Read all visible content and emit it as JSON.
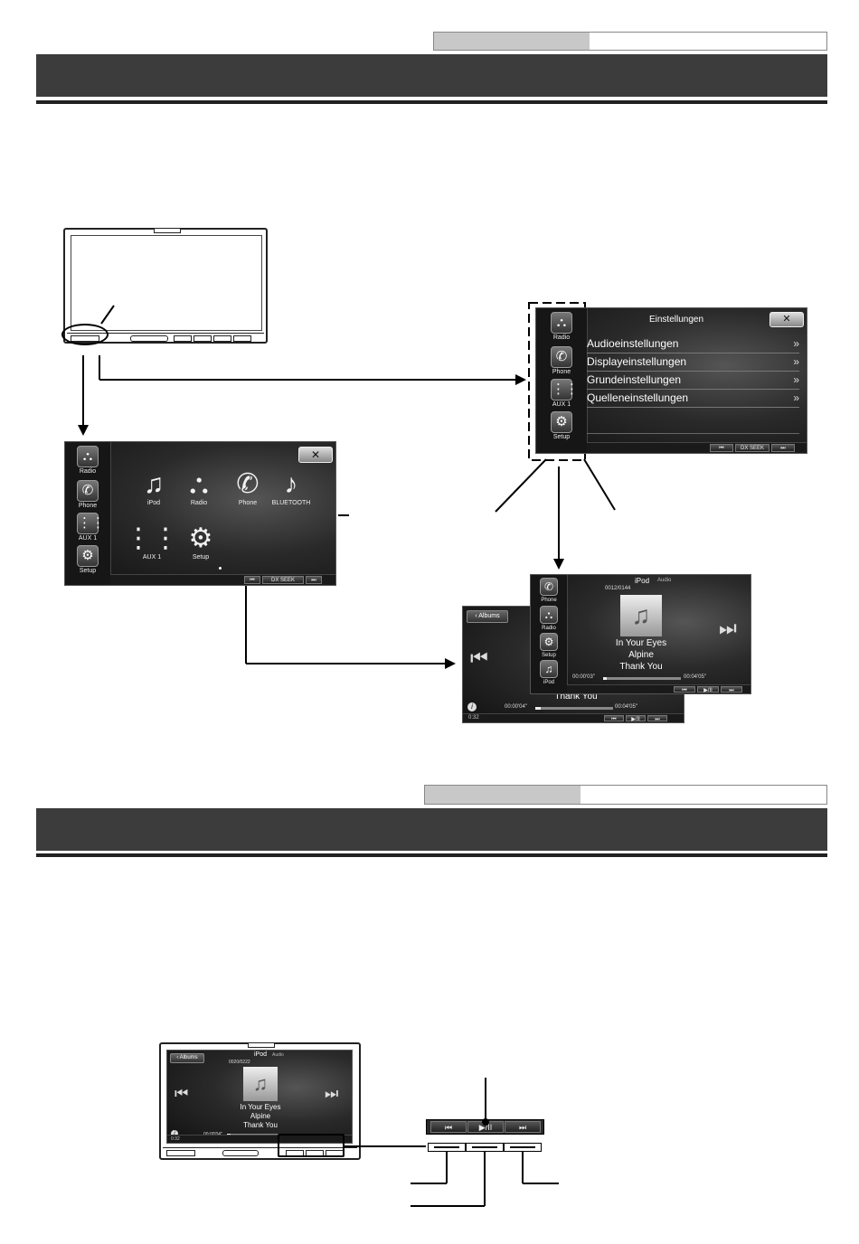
{
  "setup_screen": {
    "title": "Einstellungen",
    "close_label": "✕",
    "items": [
      {
        "label": "Audioeinstellungen"
      },
      {
        "label": "Displayeinstellungen"
      },
      {
        "label": "Grundeinstellungen"
      },
      {
        "label": "Quelleneinstellungen"
      }
    ],
    "chevron": "»",
    "footer": {
      "prev": "⏮",
      "seek": "DX SEEK",
      "next": "⏭"
    }
  },
  "side_menu_setup": [
    {
      "label": "Radio",
      "icon": "radio-tower-icon",
      "glyph": "⛬"
    },
    {
      "label": "Phone",
      "icon": "phone-icon",
      "glyph": "✆"
    },
    {
      "label": "AUX 1",
      "icon": "aux-icon",
      "glyph": "⋮⋮"
    },
    {
      "label": "Setup",
      "icon": "setup-wrench-icon",
      "glyph": "⚙"
    }
  ],
  "main_menu": {
    "close_label": "✕",
    "side": [
      {
        "label": "Radio"
      },
      {
        "label": "Phone"
      },
      {
        "label": "AUX 1"
      },
      {
        "label": "Setup"
      }
    ],
    "sources": [
      {
        "label": "iPod",
        "glyph": "♫"
      },
      {
        "label": "Radio",
        "glyph": "⛬"
      },
      {
        "label": "Phone",
        "glyph": "✆"
      },
      {
        "label": "BLUETOOTH",
        "glyph": "♪"
      },
      {
        "label": "AUX 1",
        "glyph": "⋮⋮"
      },
      {
        "label": "Setup",
        "glyph": "⚙"
      }
    ],
    "footer": {
      "prev": "⏮",
      "seek": "DX SEEK",
      "next": "⏭"
    }
  },
  "ipod_back_screen": {
    "back_label": "Albums",
    "song_partial": "Thank You",
    "time_elapsed": "00:00'04\"",
    "time_total": "00:04'05\"",
    "clock": "0:32",
    "prev_glyph": "⏮",
    "ctrl": [
      "⏮",
      "▶/II",
      "⏭"
    ]
  },
  "ipod_front_screen": {
    "source": "iPod",
    "mode": "Audio",
    "track_count": "0012/0144",
    "song": "In Your Eyes",
    "artist": "Alpine",
    "album": "Thank You",
    "time_elapsed": "00:00'03\"",
    "time_total": "00:04'05\"",
    "progress": 0.02,
    "next_glyph": "⏭",
    "side": [
      {
        "label": "Phone",
        "glyph": "✆"
      },
      {
        "label": "Radio",
        "glyph": "⛬"
      },
      {
        "label": "Setup",
        "glyph": "⚙"
      },
      {
        "label": "iPod",
        "glyph": "♫"
      }
    ],
    "ctrl": [
      "⏮",
      "▶/II",
      "⏭"
    ]
  },
  "device_bottom": {
    "back_label": "Albums",
    "source": "iPod",
    "mode": "Audio",
    "track_count": "0020/0222",
    "song": "In Your Eyes",
    "artist": "Alpine",
    "album": "Thank You",
    "time_elapsed": "00:00'04\"",
    "clock": "0:32",
    "prev_glyph": "⏮",
    "next_glyph": "⏭",
    "progress": 0.02
  },
  "zoom_buttons": {
    "prev": "⏮",
    "play": "▶/II",
    "next": "⏭"
  }
}
